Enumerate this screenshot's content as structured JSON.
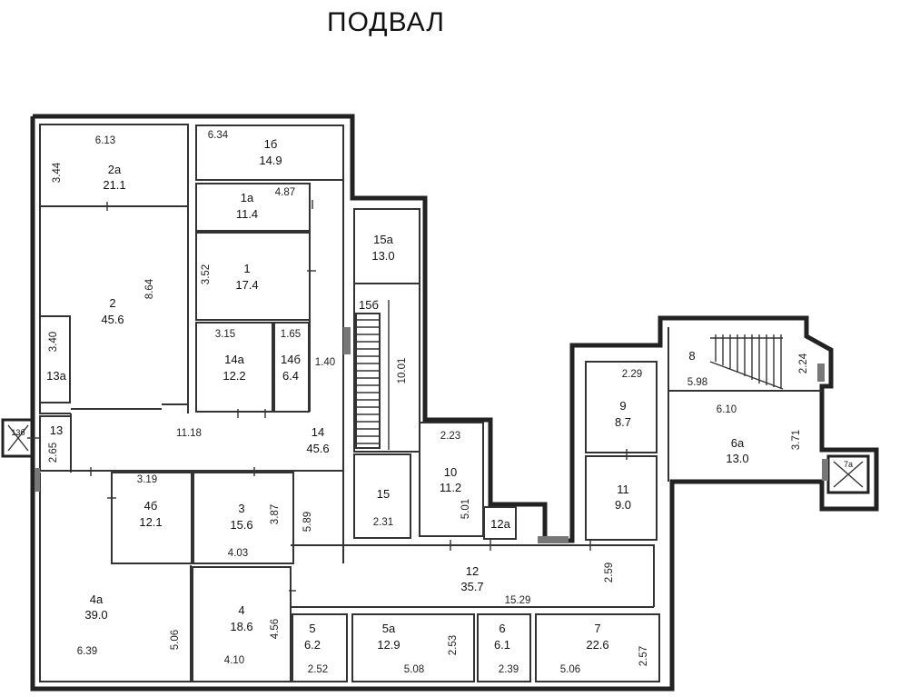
{
  "title": "ПОДВАЛ",
  "rooms": [
    {
      "id": "1",
      "area": "17.4"
    },
    {
      "id": "1a",
      "area": "11.4"
    },
    {
      "id": "1б",
      "area": "14.9"
    },
    {
      "id": "2",
      "area": "45.6"
    },
    {
      "id": "2a",
      "area": "21.1"
    },
    {
      "id": "3",
      "area": "15.6"
    },
    {
      "id": "4",
      "area": "18.6"
    },
    {
      "id": "4a",
      "area": "39.0"
    },
    {
      "id": "4б",
      "area": "12.1"
    },
    {
      "id": "5",
      "area": "6.2"
    },
    {
      "id": "5a",
      "area": "12.9"
    },
    {
      "id": "6",
      "area": "6.1"
    },
    {
      "id": "6a",
      "area": "13.0"
    },
    {
      "id": "7",
      "area": "22.6"
    },
    {
      "id": "8",
      "area": ""
    },
    {
      "id": "9",
      "area": "8.7"
    },
    {
      "id": "10",
      "area": "11.2"
    },
    {
      "id": "11",
      "area": "9.0"
    },
    {
      "id": "12",
      "area": "35.7"
    },
    {
      "id": "12a",
      "area": ""
    },
    {
      "id": "13",
      "area": ""
    },
    {
      "id": "13a",
      "area": ""
    },
    {
      "id": "14",
      "area": "45.6"
    },
    {
      "id": "14a",
      "area": "12.2"
    },
    {
      "id": "14б",
      "area": "6.4"
    },
    {
      "id": "15",
      "area": ""
    },
    {
      "id": "15a",
      "area": "13.0"
    },
    {
      "id": "15б",
      "area": ""
    },
    {
      "id": "7a",
      "area": ""
    },
    {
      "id": "13б",
      "area": ""
    }
  ],
  "dimensions": [
    "6.13",
    "3.44",
    "6.34",
    "4.87",
    "3.52",
    "8.64",
    "3.40",
    "3.15",
    "1.65",
    "1.40",
    "10.01",
    "11.18",
    "2.65",
    "3.19",
    "3.87",
    "5.89",
    "4.03",
    "2.31",
    "2.23",
    "5.01",
    "2.29",
    "5.98",
    "2.24",
    "6.10",
    "3.71",
    "2.59",
    "15.29",
    "6.39",
    "5.06",
    "4.10",
    "4.56",
    "2.52",
    "5.08",
    "2.53",
    "2.39",
    "5.06",
    "2.57"
  ]
}
